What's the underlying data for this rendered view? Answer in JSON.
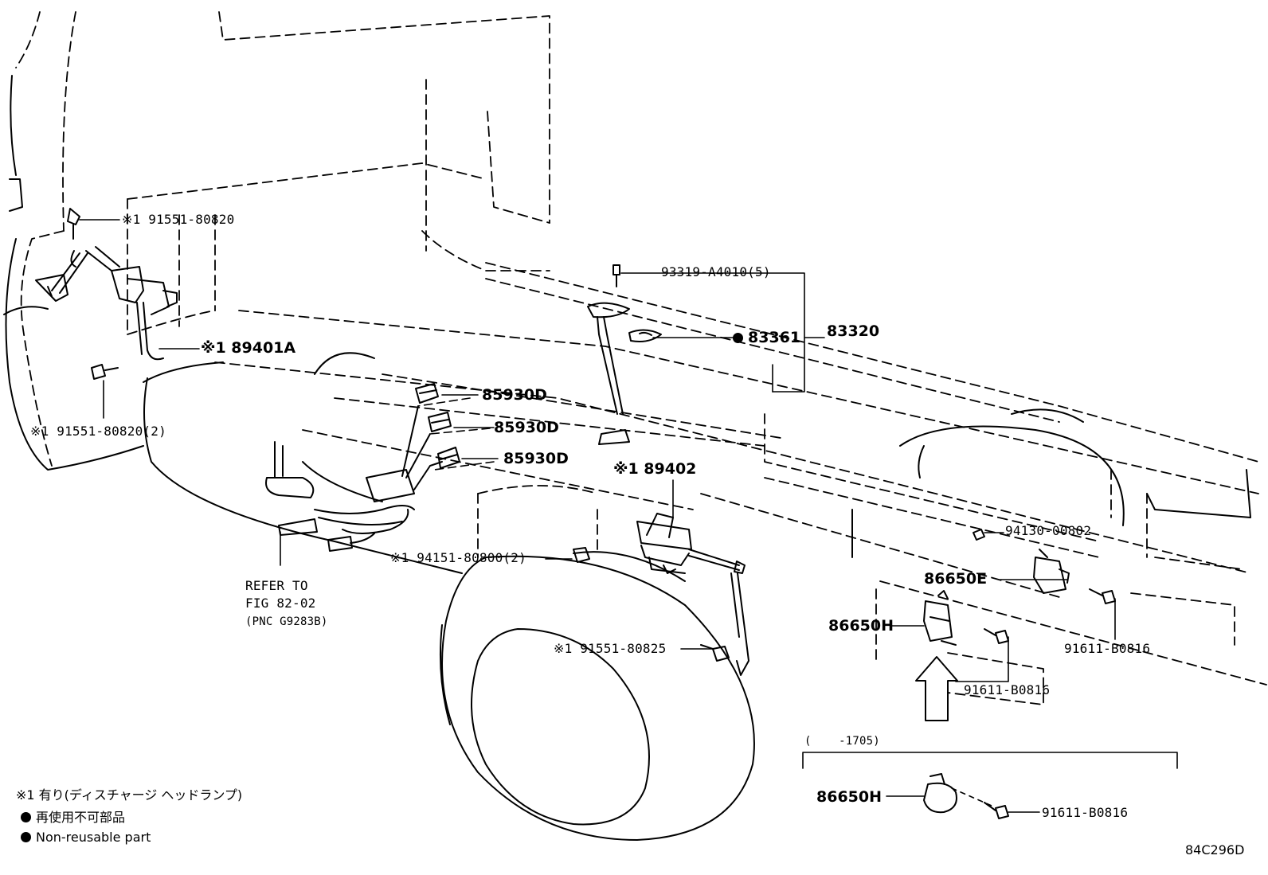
{
  "diagram": {
    "figure_id": "84C296D",
    "parts": [
      {
        "id": "p1",
        "text": "※1 91551-80820"
      },
      {
        "id": "p2",
        "text": "※1 89401A"
      },
      {
        "id": "p3",
        "text": "※1 91551-80820(2)"
      },
      {
        "id": "p4",
        "text": "93319-A4010(5)"
      },
      {
        "id": "p5",
        "text": "83361"
      },
      {
        "id": "p6",
        "text": "83320"
      },
      {
        "id": "p7",
        "text": "85930D"
      },
      {
        "id": "p8",
        "text": "85930D"
      },
      {
        "id": "p9",
        "text": "85930D"
      },
      {
        "id": "p10",
        "text": "※1 89402"
      },
      {
        "id": "p11",
        "text": "94130-00802"
      },
      {
        "id": "p12",
        "text": "※1 94151-80800(2)"
      },
      {
        "id": "p13",
        "text": "86650E"
      },
      {
        "id": "p14",
        "text": "86650H"
      },
      {
        "id": "p15",
        "text": "91611-B0816"
      },
      {
        "id": "p16",
        "text": "※1 91551-80825"
      },
      {
        "id": "p17",
        "text": "91611-B0816"
      },
      {
        "id": "p18",
        "text": "86650H"
      },
      {
        "id": "p19",
        "text": "91611-B0816"
      }
    ],
    "refer": {
      "line1": "REFER TO",
      "line2": "FIG 82-02",
      "line3": "(PNC G9283B)"
    },
    "period": "(    -1705)",
    "legend": {
      "note1": "※1 有り(ディスチャージ ヘッドランプ)",
      "note2": "再使用不可部品",
      "note3": "Non-reusable part"
    }
  }
}
